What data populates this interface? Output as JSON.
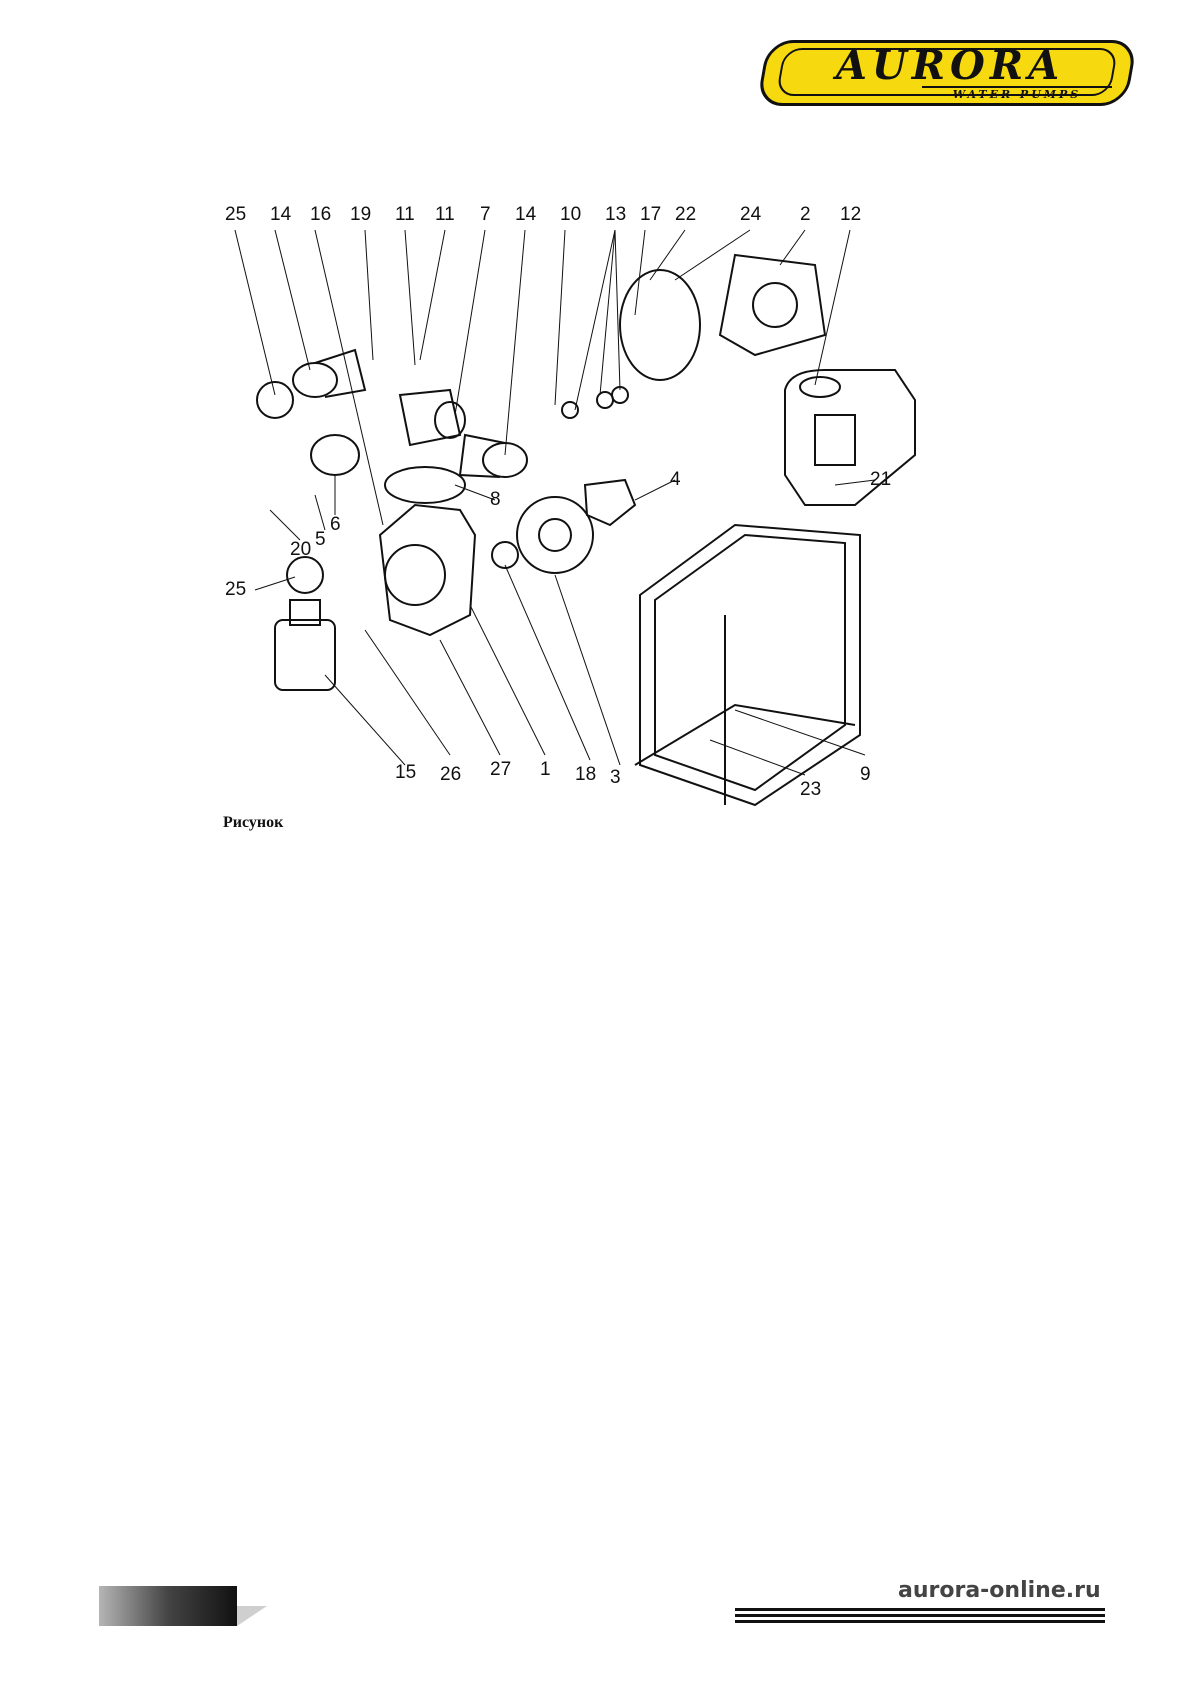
{
  "logo": {
    "brand": "AURORA",
    "tagline": "WATER PUMPS"
  },
  "figure": {
    "caption": "Рисунок",
    "callouts": [
      "25",
      "14",
      "16",
      "19",
      "11",
      "11",
      "7",
      "14",
      "10",
      "13",
      "17",
      "22",
      "24",
      "2",
      "12",
      "4",
      "21",
      "6",
      "8",
      "5",
      "20",
      "25",
      "15",
      "26",
      "27",
      "1",
      "18",
      "3",
      "23",
      "9"
    ]
  },
  "footer": {
    "website": "aurora-online.ru"
  }
}
